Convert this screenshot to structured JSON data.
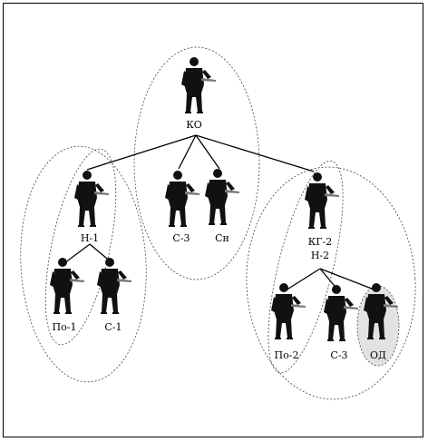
{
  "nodes": {
    "ko": {
      "label": "КО"
    },
    "n1": {
      "label": "Н-1"
    },
    "c3a": {
      "label": "С-3"
    },
    "sn": {
      "label": "Сн"
    },
    "kg2": {
      "label_line1": "КГ-2",
      "label_line2": "Н-2"
    },
    "po1": {
      "label": "По-1"
    },
    "c1": {
      "label": "С-1"
    },
    "po2": {
      "label": "По-2"
    },
    "c3b": {
      "label": "С-3"
    },
    "od": {
      "label": "ОД"
    }
  },
  "colors": {
    "figure": "#111111",
    "highlight_group": "#e2e2e2",
    "weapon": "#777777"
  },
  "icons": {
    "person": "soldier-figure-icon"
  }
}
